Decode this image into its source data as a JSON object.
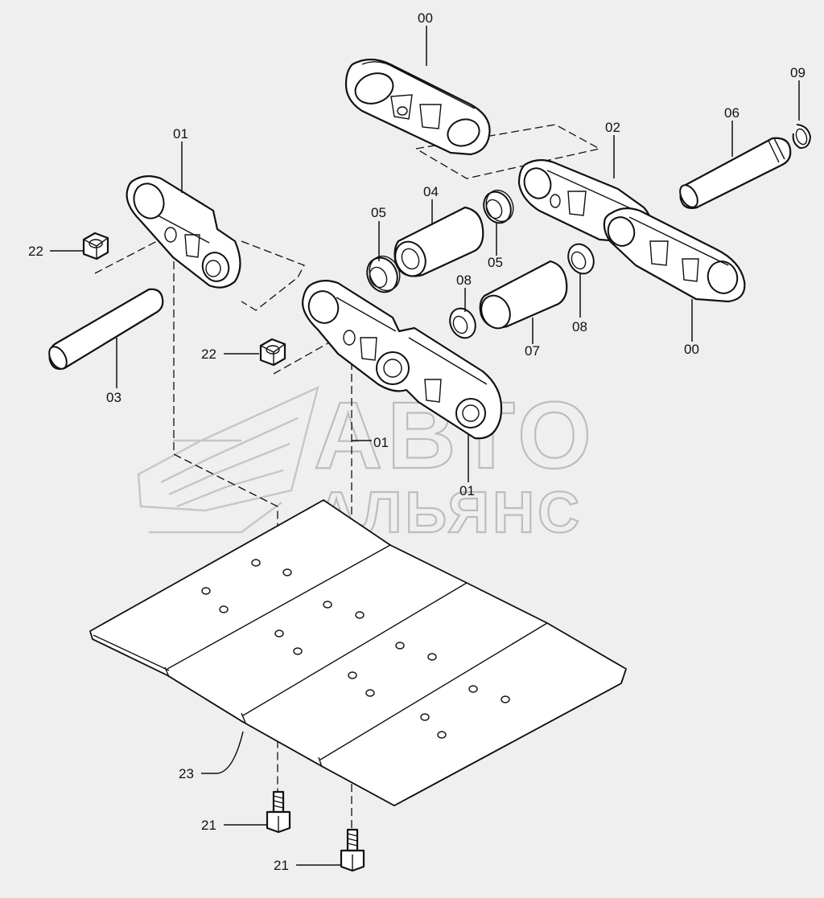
{
  "callouts": {
    "link_assembly_top": "00",
    "link_assembly_right": "00",
    "link_left": "01",
    "link_lower_a": "01",
    "link_lower_b": "01",
    "link_right": "02",
    "pin_03": "03",
    "bushing_04": "04",
    "seal_05_a": "05",
    "seal_05_b": "05",
    "pin_06": "06",
    "bushing_07": "07",
    "seal_08_a": "08",
    "seal_08_b": "08",
    "retaining_ring_09": "09",
    "bolt_21_a": "21",
    "bolt_21_b": "21",
    "nut_22_a": "22",
    "nut_22_b": "22",
    "shoe_23": "23"
  },
  "watermark": {
    "line1": "АВТО",
    "line2": "АЛЬЯНС"
  },
  "colors": {
    "background": "#efefef",
    "ink": "#111111",
    "watermark": "#c6c6c6"
  }
}
